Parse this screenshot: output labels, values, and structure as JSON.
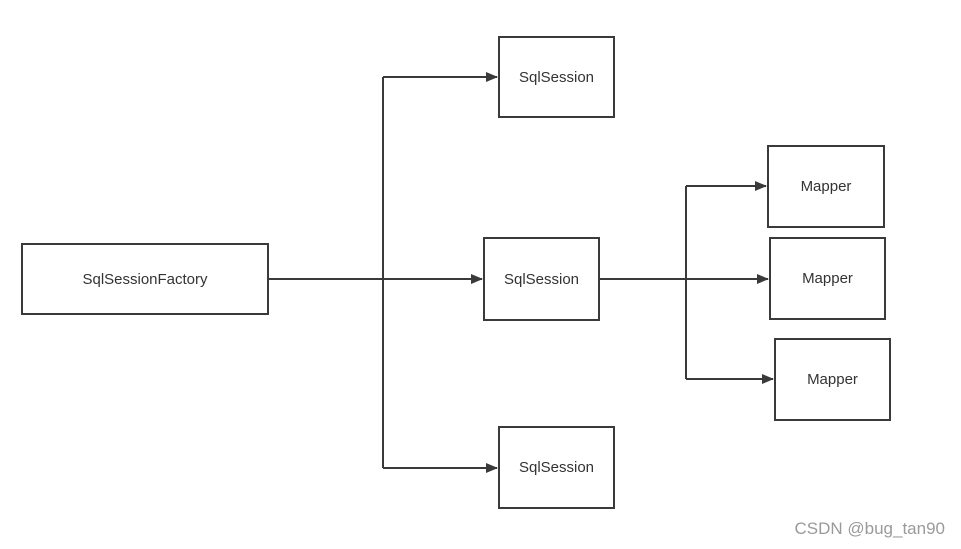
{
  "nodes": {
    "factory": "SqlSessionFactory",
    "session_top": "SqlSession",
    "session_middle": "SqlSession",
    "session_bottom": "SqlSession",
    "mapper_1": "Mapper",
    "mapper_2": "Mapper",
    "mapper_3": "Mapper"
  },
  "edges": [
    {
      "from": "factory",
      "to": "session_top"
    },
    {
      "from": "factory",
      "to": "session_middle"
    },
    {
      "from": "factory",
      "to": "session_bottom"
    },
    {
      "from": "session_middle",
      "to": "mapper_1"
    },
    {
      "from": "session_middle",
      "to": "mapper_2"
    },
    {
      "from": "session_middle",
      "to": "mapper_3"
    }
  ],
  "watermark": "CSDN @bug_tan90",
  "colors": {
    "line": "#3a3a3a",
    "text": "#333333",
    "watermark": "#9a9a9a"
  }
}
